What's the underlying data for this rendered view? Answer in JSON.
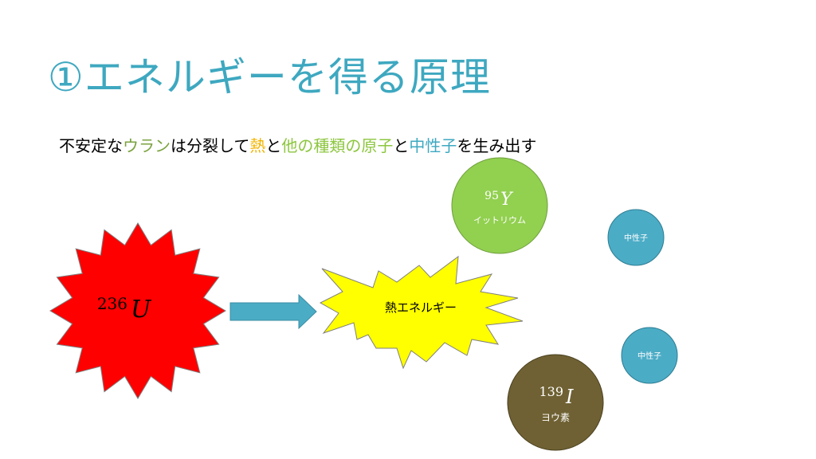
{
  "slide": {
    "title": "①エネルギーを得る原理",
    "title_color": "#3ea8c0",
    "subtitle": [
      {
        "text": "不安定な",
        "color": "#000000"
      },
      {
        "text": "ウラン",
        "color": "#7ba23f"
      },
      {
        "text": "は分裂して",
        "color": "#000000"
      },
      {
        "text": "熱",
        "color": "#f2b400"
      },
      {
        "text": "と",
        "color": "#000000"
      },
      {
        "text": "他の種類の原子",
        "color": "#8dc63f"
      },
      {
        "text": "と",
        "color": "#000000"
      },
      {
        "text": "中性子",
        "color": "#3ea8c0"
      },
      {
        "text": "を生み出す",
        "color": "#000000"
      }
    ]
  },
  "uranium": {
    "mass": "236",
    "symbol": "U",
    "color": "#ff0000"
  },
  "arrow": {
    "color": "#4bacc6"
  },
  "heat": {
    "label": "熱エネルギー",
    "color": "#ffff00"
  },
  "yttrium": {
    "mass": "95",
    "symbol": "Y",
    "name": "イットリウム",
    "color": "#92d050"
  },
  "iodine": {
    "mass": "139",
    "symbol": "I",
    "name": "ヨウ素",
    "color": "#6f6133"
  },
  "neutrons": [
    {
      "label": "中性子",
      "color": "#4bacc6"
    },
    {
      "label": "中性子",
      "color": "#4bacc6"
    }
  ]
}
